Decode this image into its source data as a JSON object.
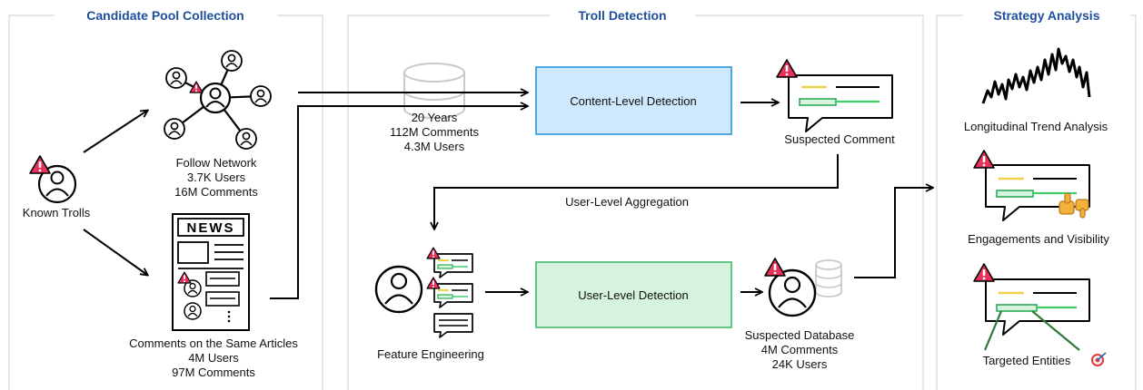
{
  "panels": {
    "candidate": "Candidate Pool Collection",
    "troll": "Troll Detection",
    "strategy": "Strategy Analysis"
  },
  "known_trolls": "Known Trolls",
  "follow_network": {
    "title": "Follow Network",
    "users": "3.7K Users",
    "comments": "16M Comments"
  },
  "same_articles": {
    "news_banner": "NEWS",
    "title": "Comments on the Same Articles",
    "users": "4M Users",
    "comments": "97M Comments"
  },
  "dataset": {
    "years": "20 Years",
    "comments": "112M Comments",
    "users": "4.3M Users"
  },
  "content_detection": "Content-Level Detection",
  "suspected_comment": "Suspected Comment",
  "user_aggregation": "User-Level Aggregation",
  "feature_engineering": "Feature Engineering",
  "user_detection": "User-Level Detection",
  "suspected_database": {
    "title": "Suspected Database",
    "comments": "4M Comments",
    "users": "24K Users"
  },
  "strategy": {
    "trend": "Longitudinal Trend Analysis",
    "engagement": "Engagements and Visibility",
    "targeted": "Targeted Entities"
  },
  "colors": {
    "title_blue": "#1f4e9c",
    "content_box_fill": "#cfe8fb",
    "content_box_stroke": "#3aa0e0",
    "user_box_fill": "#d6f3df",
    "user_box_stroke": "#56c07a",
    "warning_red": "#e8305a",
    "line_yellow": "#f2d24b",
    "line_green": "#3ecf6b"
  }
}
